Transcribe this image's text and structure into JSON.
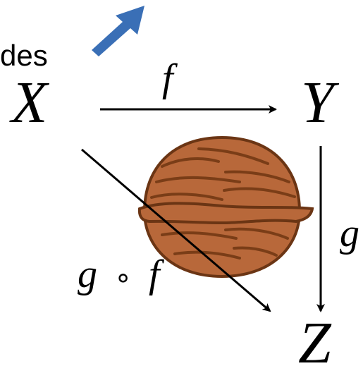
{
  "corner_text": "des",
  "nodes": {
    "x": "X",
    "y": "Y",
    "z": "Z"
  },
  "arrow_labels": {
    "f": "f",
    "g": "g",
    "composite_g": "g",
    "composite_op": "∘",
    "composite_f": "f"
  },
  "colors": {
    "blue_arrow": "#3a6fb6",
    "ink": "#000000",
    "walnut_shell": "#b8683a",
    "walnut_outline": "#6b3514",
    "walnut_ridge": "#7a3d17"
  },
  "icons": {
    "walnut": "walnut-icon",
    "arrow": "blue-arrow-icon"
  }
}
